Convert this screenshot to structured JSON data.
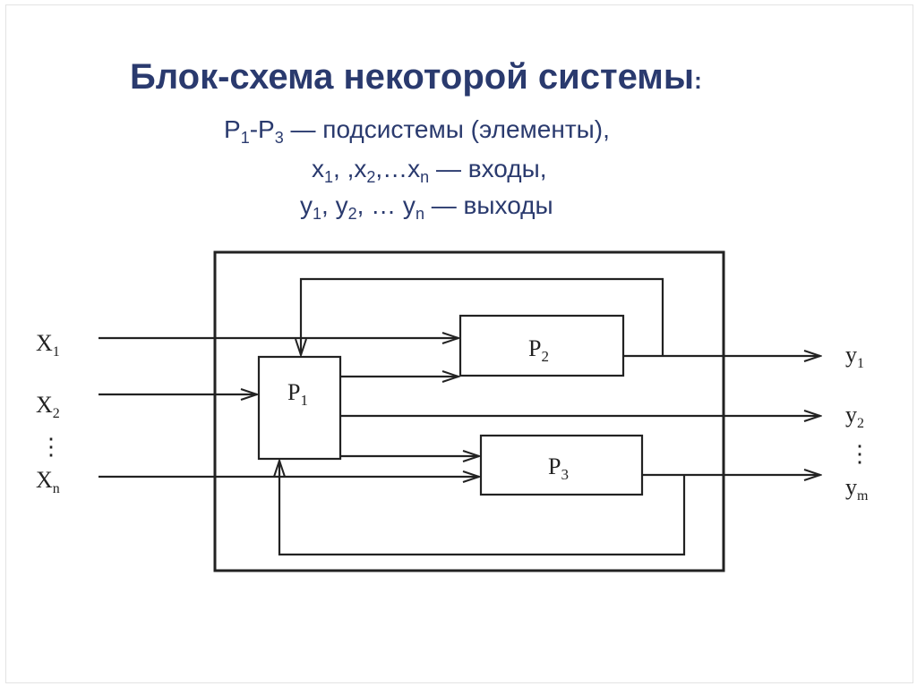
{
  "title": {
    "main": "Блок-схема некоторой системы",
    "colon": ":"
  },
  "legend": {
    "line1": {
      "a": "P",
      "a_sub": "1",
      "sep": "-",
      "b": "P",
      "b_sub": "3",
      "text": " — подсистемы (элементы),"
    },
    "line2": {
      "a": "x",
      "a_sub": "1",
      "p1": ", ,x",
      "b_sub": "2",
      "p2": ",…x",
      "c_sub": "n",
      "text": " — входы,"
    },
    "line3": {
      "a": "y",
      "a_sub": "1",
      "p1": ", y",
      "b_sub": "2",
      "p2": ", … y",
      "c_sub": "n",
      "text": " — выходы"
    }
  },
  "diagram": {
    "blocks": {
      "p1": {
        "label": "P",
        "sub": "1"
      },
      "p2": {
        "label": "P",
        "sub": "2"
      },
      "p3": {
        "label": "P",
        "sub": "3"
      }
    },
    "inputs": [
      {
        "label": "X",
        "sub": "1"
      },
      {
        "label": "X",
        "sub": "2"
      },
      {
        "label": "X",
        "sub": "n"
      }
    ],
    "outputs": [
      {
        "label": "y",
        "sub": "1"
      },
      {
        "label": "y",
        "sub": "2"
      },
      {
        "label": "y",
        "sub": "m"
      }
    ],
    "dots": "⋮",
    "colors": {
      "text": "#2a3a6e",
      "line": "#222222"
    }
  }
}
